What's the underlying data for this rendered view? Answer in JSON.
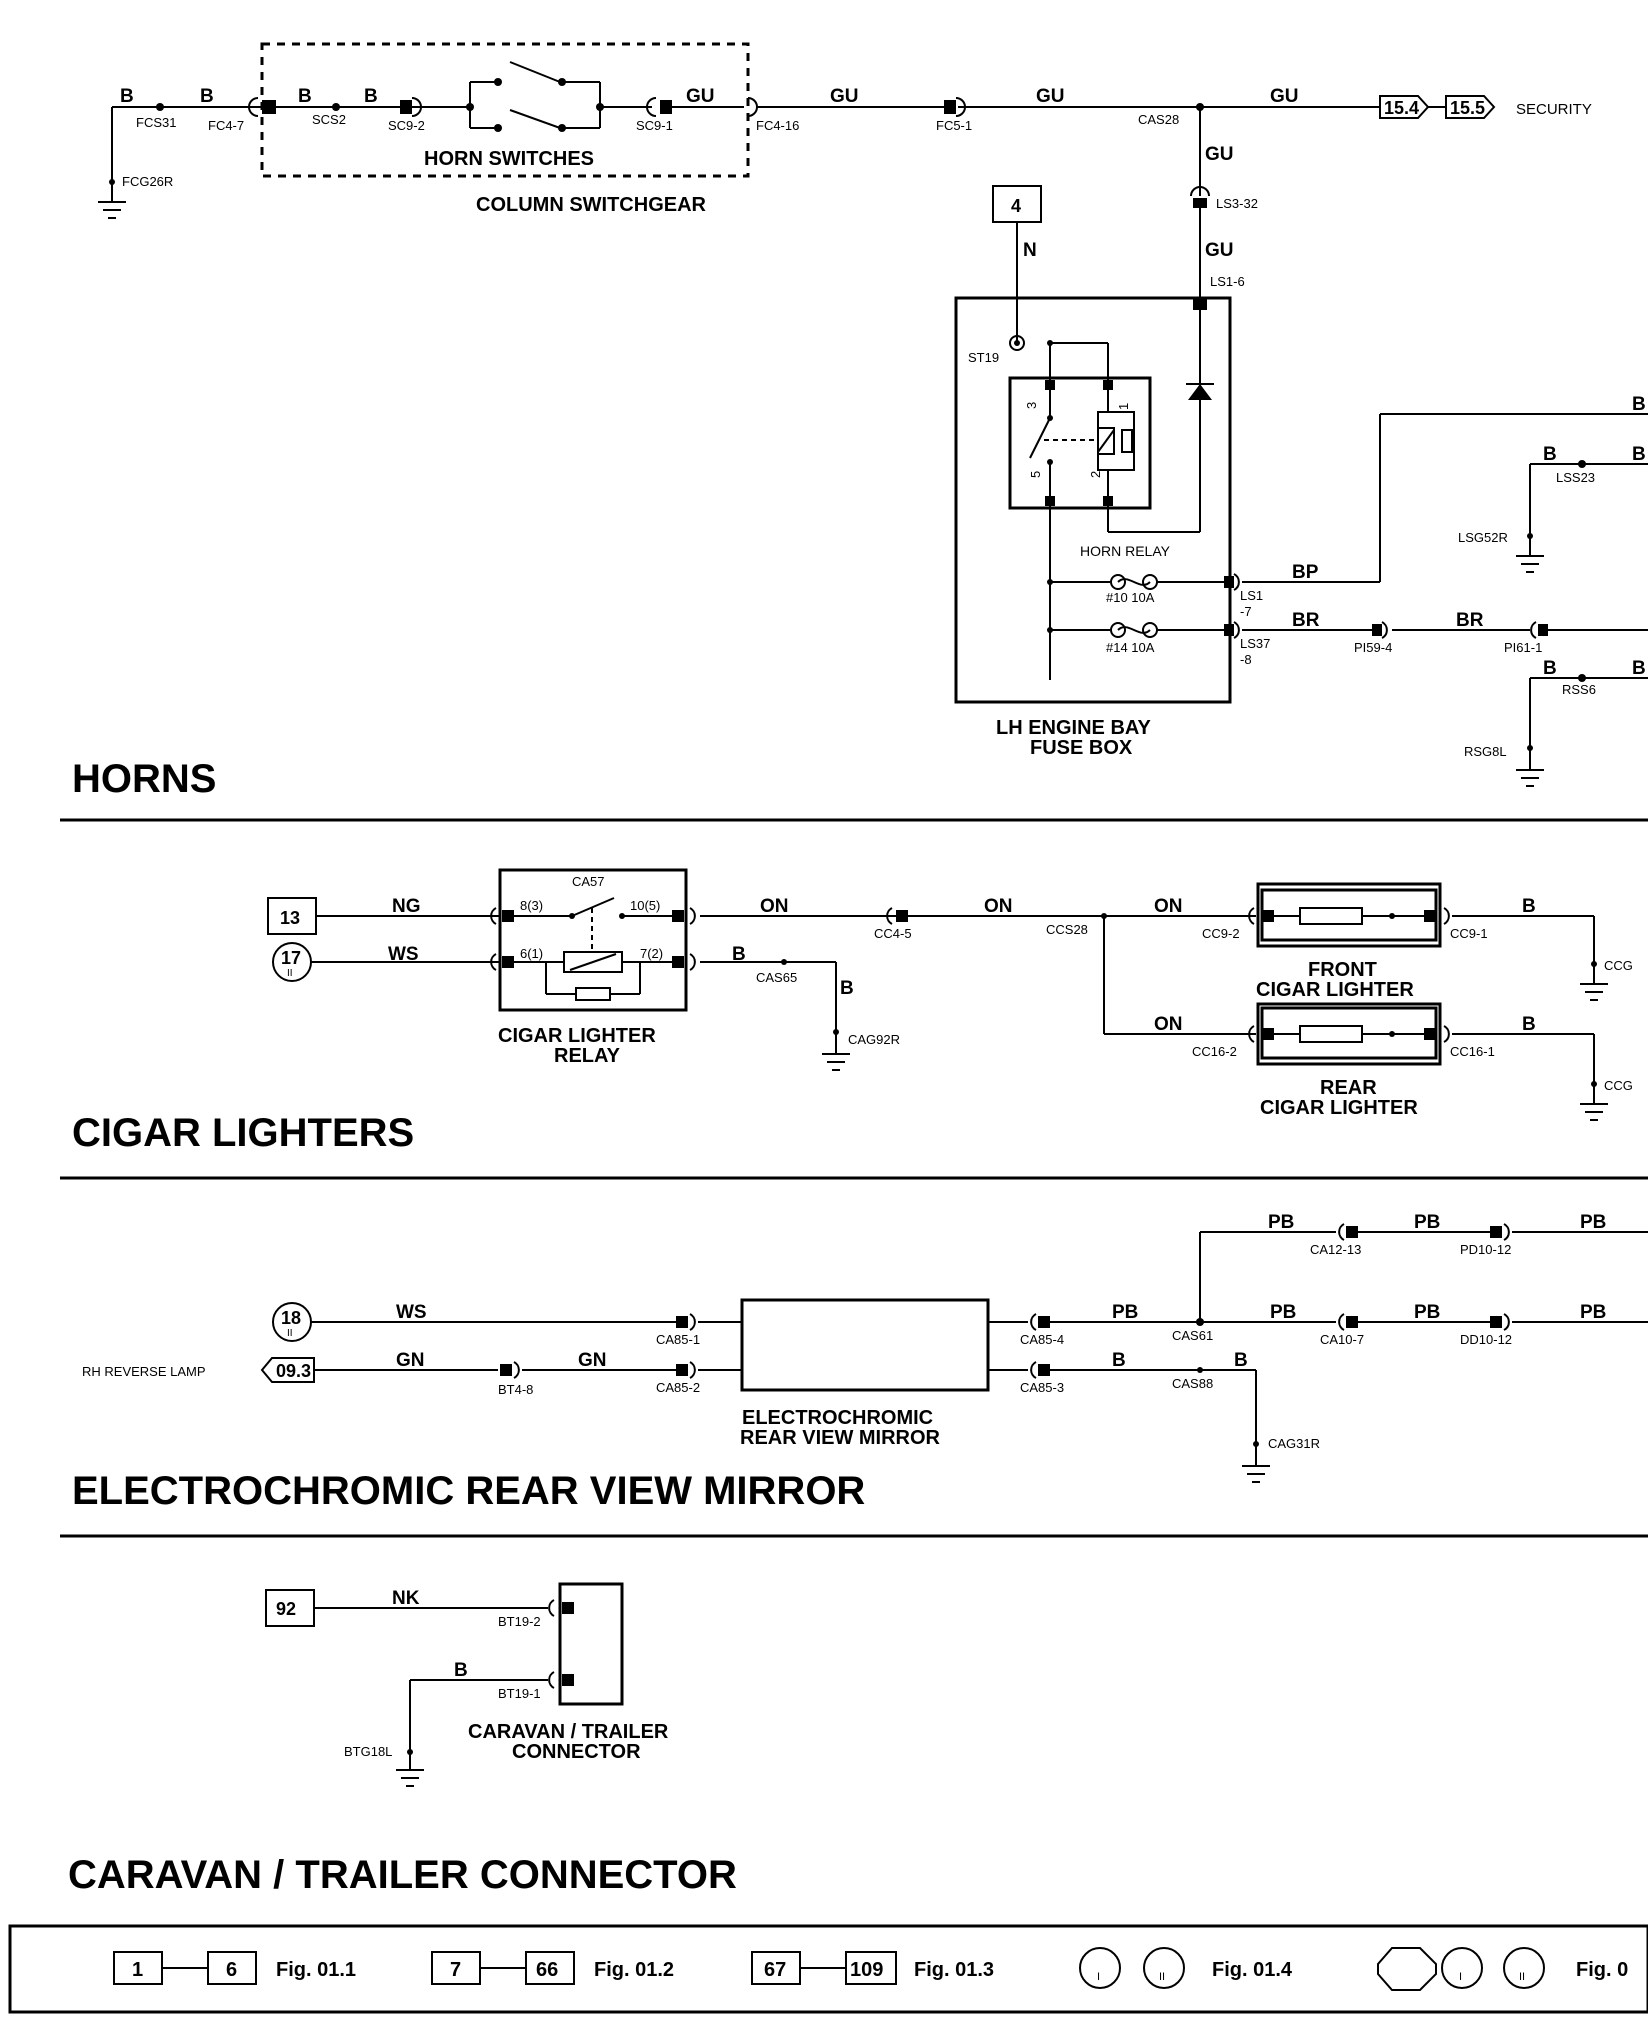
{
  "horns": {
    "title": "HORNS",
    "horn_switches": "HORN SWITCHES",
    "column_switchgear": "COLUMN SWITCHGEAR",
    "horn_relay": "HORN RELAY",
    "fuse_box_line1": "LH ENGINE BAY",
    "fuse_box_line2": "FUSE BOX",
    "security": "SECURITY",
    "ref_15_4": "15.4",
    "ref_15_5": "15.5",
    "ref_4": "4",
    "wires": {
      "b1": "B",
      "b2": "B",
      "b3": "B",
      "b4": "B",
      "gu1": "GU",
      "gu2": "GU",
      "gu3": "GU",
      "gu4": "GU",
      "gu5": "GU",
      "gu6": "GU",
      "n": "N",
      "bp": "BP",
      "br1": "BR",
      "br2": "BR",
      "b5": "B",
      "b6": "B",
      "b7": "B",
      "b8": "B",
      "b9": "B"
    },
    "connectors": {
      "fcs31": "FCS31",
      "fc4_7": "FC4-7",
      "scs2": "SCS2",
      "sc9_2": "SC9-2",
      "sc9_1": "SC9-1",
      "fc4_16": "FC4-16",
      "fc5_1": "FC5-1",
      "cas28": "CAS28",
      "fcg26r": "FCG26R",
      "ls3_32": "LS3-32",
      "ls1_6": "LS1-6",
      "st19": "ST19",
      "lss23": "LSS23",
      "lsg52r": "LSG52R",
      "ls1": "LS1",
      "ls1_7": "-7",
      "ls37": "LS37",
      "ls37_8": "-8",
      "pi59_4": "PI59-4",
      "pi61_1": "PI61-1",
      "rss6": "RSS6",
      "rsg8l": "RSG8L",
      "fuse10": "#10 10A",
      "fuse14": "#14 10A",
      "p3": "3",
      "p1": "1",
      "p5": "5",
      "p2": "2"
    }
  },
  "cigar": {
    "title": "CIGAR LIGHTERS",
    "relay_line1": "CIGAR LIGHTER",
    "relay_line2": "RELAY",
    "front_line1": "FRONT",
    "front_line2": "CIGAR LIGHTER",
    "rear_line1": "REAR",
    "rear_line2": "CIGAR LIGHTER",
    "ref_13": "13",
    "ref_17": "17",
    "ref_17_sub": "II",
    "wires": {
      "ng": "NG",
      "ws": "WS",
      "on1": "ON",
      "on2": "ON",
      "on3": "ON",
      "on4": "ON",
      "b1": "B",
      "b2": "B",
      "b3": "B",
      "b4": "B"
    },
    "connectors": {
      "ca57": "CA57",
      "p8": "8(3)",
      "p10": "10(5)",
      "p6": "6(1)",
      "p7": "7(2)",
      "cc4_5": "CC4-5",
      "ccs28": "CCS28",
      "cas65": "CAS65",
      "cag92r": "CAG92R",
      "cc9_2": "CC9-2",
      "cc9_1": "CC9-1",
      "cc16_2": "CC16-2",
      "cc16_1": "CC16-1",
      "ccg1": "CCG",
      "ccg2": "CCG"
    }
  },
  "mirror": {
    "title": "ELECTROCHROMIC REAR VIEW MIRROR",
    "unit_line1": "ELECTROCHROMIC",
    "unit_line2": "REAR VIEW MIRROR",
    "rh_reverse": "RH REVERSE LAMP",
    "ref_18": "18",
    "ref_18_sub": "II",
    "ref_09_3": "09.3",
    "wires": {
      "ws": "WS",
      "gn1": "GN",
      "gn2": "GN",
      "pb1": "PB",
      "pb2": "PB",
      "pb3": "PB",
      "pb4": "PB",
      "pb5": "PB",
      "pb6": "PB",
      "pb7": "PB",
      "b1": "B",
      "b2": "B"
    },
    "connectors": {
      "ca85_1": "CA85-1",
      "ca85_2": "CA85-2",
      "bt4_8": "BT4-8",
      "ca85_4": "CA85-4",
      "ca85_3": "CA85-3",
      "cas61": "CAS61",
      "cas88": "CAS88",
      "cag31r": "CAG31R",
      "ca12_13": "CA12-13",
      "pd10_12": "PD10-12",
      "ca10_7": "CA10-7",
      "dd10_12": "DD10-12"
    }
  },
  "trailer": {
    "title": "CARAVAN / TRAILER CONNECTOR",
    "unit_line1": "CARAVAN / TRAILER",
    "unit_line2": "CONNECTOR",
    "ref_92": "92",
    "wires": {
      "nk": "NK",
      "b": "B"
    },
    "connectors": {
      "bt19_2": "BT19-2",
      "bt19_1": "BT19-1",
      "btg18l": "BTG18L"
    }
  },
  "legend": {
    "a_from": "1",
    "a_to": "6",
    "a_fig": "Fig. 01.1",
    "b_from": "7",
    "b_to": "66",
    "b_fig": "Fig. 01.2",
    "c_from": "67",
    "c_to": "109",
    "c_fig": "Fig. 01.3",
    "d_i": "I",
    "d_ii": "II",
    "d_fig": "Fig. 01.4",
    "e_i": "I",
    "e_ii": "II",
    "e_fig": "Fig. 0"
  }
}
